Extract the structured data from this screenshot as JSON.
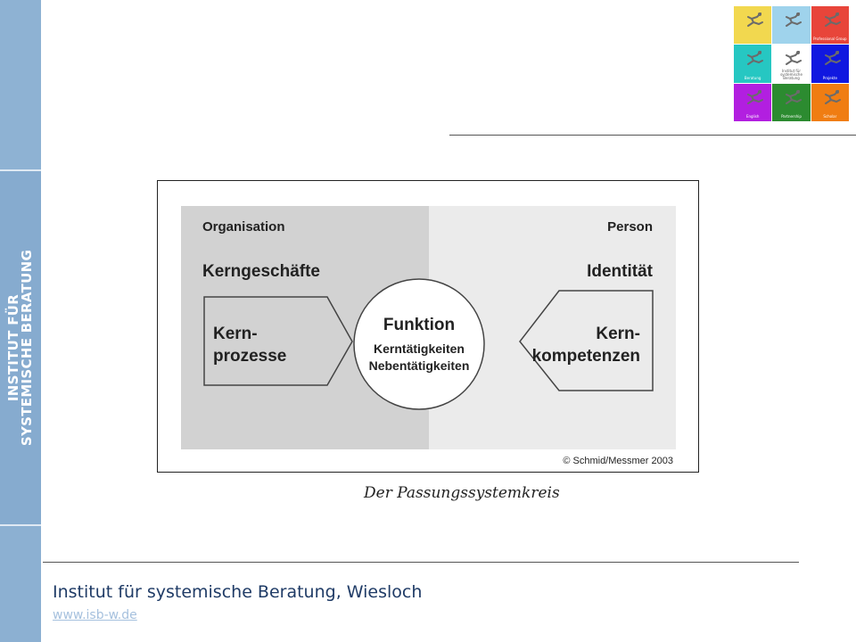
{
  "sidebar": {
    "line1": "INSTITUT FÜR",
    "line2": "SYSTEMISCHE BERATUNG"
  },
  "logo": {
    "tiles": [
      {
        "label": "",
        "color": "#f2d84f"
      },
      {
        "label": "",
        "color": "#9fd3ec"
      },
      {
        "label": "Professional Group",
        "color": "#e8453a"
      },
      {
        "label": "Beratung",
        "color": "#26c7c2"
      },
      {
        "label": "Institut für systemische Beratung",
        "color": "#ffffff"
      },
      {
        "label": "Projekte",
        "color": "#1018e0"
      },
      {
        "label": "English",
        "color": "#b21fe0"
      },
      {
        "label": "Partnership",
        "color": "#2c8b30"
      },
      {
        "label": "Scholar",
        "color": "#f07d12"
      }
    ]
  },
  "diagram": {
    "left_heading": "Organisation",
    "right_heading": "Person",
    "left_sub": "Kerngeschäfte",
    "right_sub": "Identität",
    "left_box_line1": "Kern-",
    "left_box_line2": "prozesse",
    "right_box_line1": "Kern-",
    "right_box_line2": "kompetenzen",
    "circle_title": "Funktion",
    "circle_line1": "Kerntätigkeiten",
    "circle_line2": "Nebentätigkeiten",
    "copyright": "© Schmid/Messmer 2003",
    "colors": {
      "left_bg": "#d2d2d2",
      "right_bg": "#ebebeb",
      "text": "#222222"
    }
  },
  "caption": "Der Passungssystemkreis",
  "footer": {
    "title": "Institut für systemische Beratung, Wiesloch",
    "link": "www.isb-w.de"
  }
}
